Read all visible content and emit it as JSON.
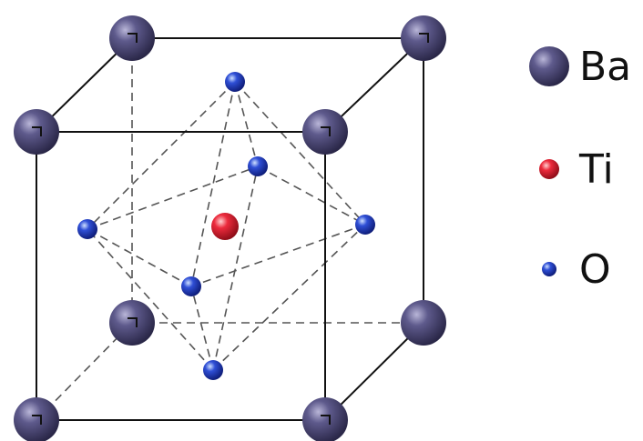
{
  "legend": {
    "items": [
      {
        "label": "Ba",
        "color": "#4a4778",
        "atom": "ba-atom"
      },
      {
        "label": "Ti",
        "color": "#e8283a",
        "atom": "ti-atom"
      },
      {
        "label": "O",
        "color": "#2a44c8",
        "atom": "o-atom"
      }
    ]
  },
  "colors": {
    "ba": "#4a4778",
    "ti": "#e8283a",
    "o": "#2a44c8",
    "edge": "#111111",
    "dash": "#555555"
  }
}
